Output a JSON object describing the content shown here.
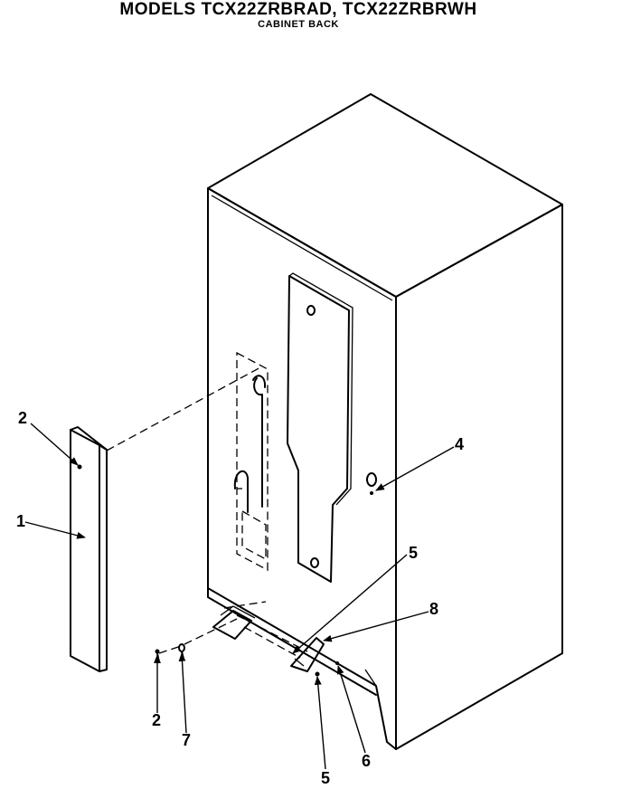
{
  "header": {
    "title": "MODELS TCX22ZRBRAD, TCX22ZRBRWH",
    "subtitle": "CABINET BACK"
  },
  "callouts": {
    "c1": "1",
    "c2a": "2",
    "c2b": "2",
    "c4": "4",
    "c5a": "5",
    "c5b": "5",
    "c6": "6",
    "c7": "7",
    "c8": "8"
  }
}
